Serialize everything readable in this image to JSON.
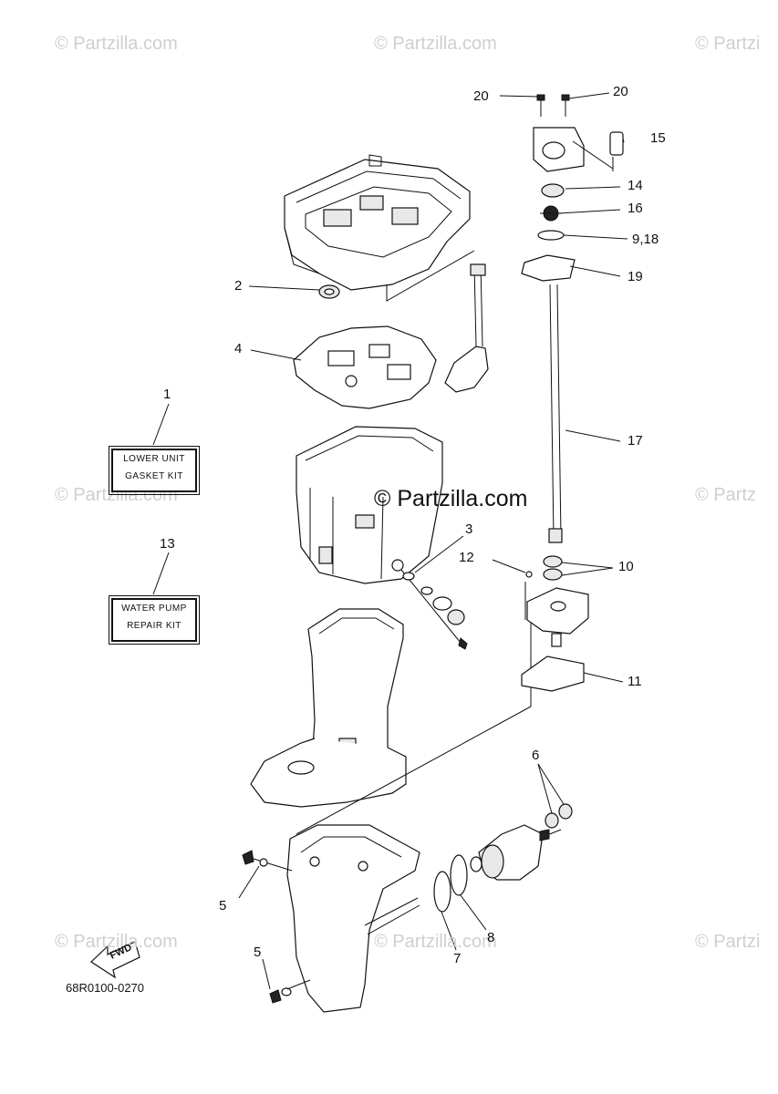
{
  "watermarks": {
    "tl": "© Partzilla.com",
    "tc": "© Partzilla.com",
    "tr": "© Partzi",
    "ml": "© Partzilla.com",
    "mr": "© Partz",
    "bl": "© Partzilla.com",
    "bc": "© Partzilla.com",
    "br": "© Partzi",
    "center": "© Partzilla.com"
  },
  "kits": {
    "lower_unit": {
      "line1": "LOWER UNIT",
      "line2": "GASKET KIT"
    },
    "water_pump": {
      "line1": "WATER PUMP",
      "line2": "REPAIR KIT"
    }
  },
  "callouts": {
    "c1": "1",
    "c2": "2",
    "c3": "3",
    "c4": "4",
    "c5a": "5",
    "c5b": "5",
    "c6": "6",
    "c7": "7",
    "c8": "8",
    "c9_18": "9,18",
    "c10": "10",
    "c11": "11",
    "c12": "12",
    "c13": "13",
    "c14": "14",
    "c15": "15",
    "c16": "16",
    "c17": "17",
    "c19": "19",
    "c20a": "20",
    "c20b": "20"
  },
  "fwd_label": "FWD",
  "document_number": "68R0100-0270"
}
